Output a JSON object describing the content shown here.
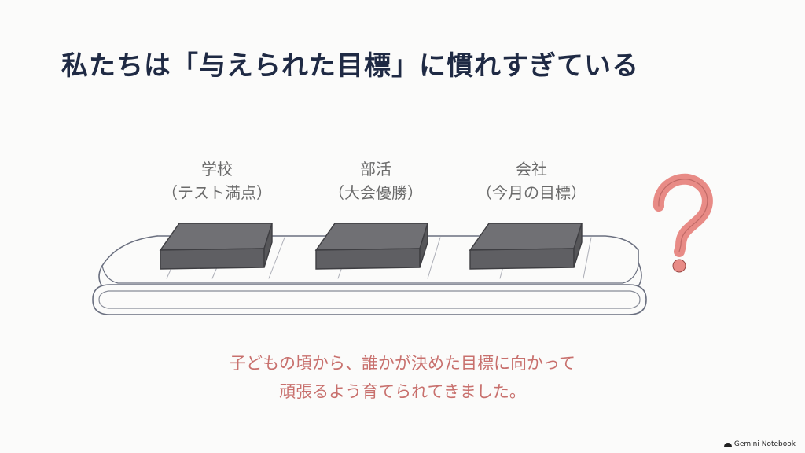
{
  "title": "私たちは「与えられた目標」に慣れすぎている",
  "items": [
    {
      "name": "学校",
      "detail": "（テスト満点）"
    },
    {
      "name": "部活",
      "detail": "（大会優勝）"
    },
    {
      "name": "会社",
      "detail": "（今月の目標）"
    }
  ],
  "question_mark": "?",
  "caption": {
    "line1": "子どもの頃から、誰かが決めた目標に向かって",
    "line2": "頑張るよう育てられてきました。"
  },
  "watermark": {
    "text": "Gemini Notebook",
    "icon": "notebook-logo-icon"
  },
  "colors": {
    "title": "#1f2a44",
    "label": "#6b6b6b",
    "caption": "#c8706d",
    "question": "#e88b86",
    "box_top": "#6f6f72",
    "box_side": "#5c5c60",
    "belt_line": "#6b7080"
  }
}
